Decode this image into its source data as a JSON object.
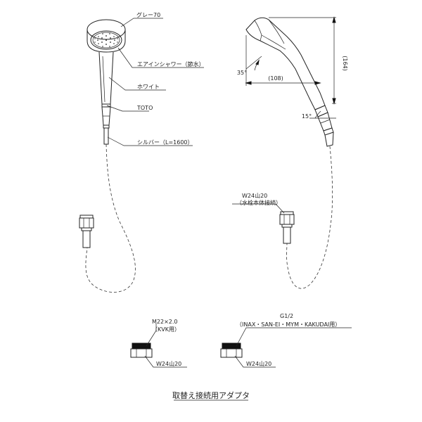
{
  "labels": {
    "gray": "グレー70",
    "shower_type": "エアインシャワー（節水）",
    "white": "ホワイト",
    "brand": "TOTO",
    "silver_hose": "シルバー（L=1600）",
    "dim_height": "(164)",
    "dim_width": "(108)",
    "angle_top": "35°",
    "angle_bottom": "15°",
    "thread_main": "W24山20",
    "thread_main_note": "（水栓本体接続）",
    "m22": "M22×2.0",
    "kvk": "（KVK用）",
    "thread_adapter_left": "W24山20",
    "g12": "G1/2",
    "g12_brands": "（INAX・SAN-EI・MYM・KAKUDAI用）",
    "thread_adapter_right": "W24山20",
    "caption": "取替え接続用アダプタ"
  }
}
